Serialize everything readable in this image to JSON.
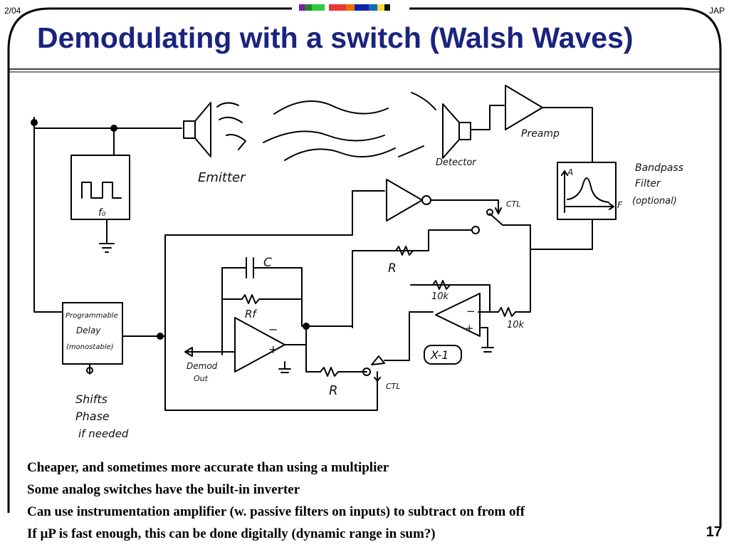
{
  "header": {
    "date": "2/04",
    "author": "JAP",
    "title": "Demodulating with a switch (Walsh Waves)",
    "color_bar": [
      "#7b1fa2",
      "#2e7d32",
      "#2ecc40",
      "#ffffff",
      "#e53935",
      "#ef6c00",
      "#0d23a8",
      "#1565c0",
      "#fdd835",
      "#111111"
    ]
  },
  "diagram": {
    "labels": {
      "oscillator": "f₀",
      "emitter": "Emitter",
      "detector": "Detector",
      "preamp": "Preamp",
      "bandpass_line1": "Bandpass",
      "bandpass_line2": "Filter",
      "bandpass_line3": "(optional)",
      "plot_a": "A",
      "plot_f": "F",
      "ctl_top": "CTL",
      "ctl_bottom": "CTL",
      "capacitor": "C",
      "feedback_resistor": "Rf",
      "resistor_top": "R",
      "resistor_bottom": "R",
      "resistor_10k_top": "10k",
      "resistor_10k_right": "10k",
      "gain_label": "X-1",
      "delay_line1": "Programmable",
      "delay_line2": "Delay",
      "delay_line3": "(monostable)",
      "demod_line1": "Demod",
      "demod_line2": "Out",
      "shifts_line1": "Shifts",
      "shifts_line2": "Phase",
      "shifts_line3": "if needed",
      "minus_1": "−",
      "plus_1": "+",
      "minus_2": "−",
      "plus_2": "+"
    }
  },
  "bullets": [
    "Cheaper, and sometimes more accurate than using a multiplier",
    "Some analog switches have the built-in inverter",
    "Can use instrumentation amplifier (w. passive filters on inputs) to subtract on from off",
    "If µP is fast enough, this can be done digitally (dynamic range in sum?)"
  ],
  "footer": {
    "page_number": "17"
  }
}
